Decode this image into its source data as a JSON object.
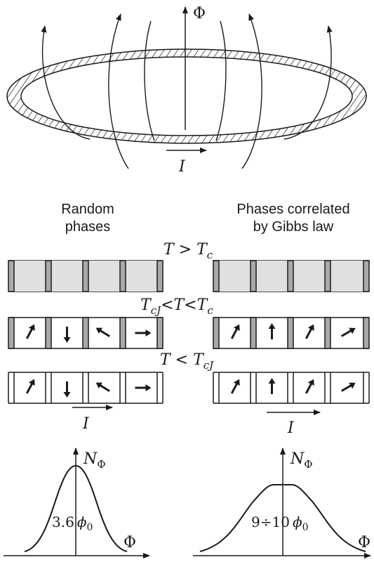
{
  "loop": {
    "flux_label": "Φ",
    "current_label": "I"
  },
  "headers": {
    "left_line1": "Random",
    "left_line2": "phases",
    "right_line1": "Phases correlated",
    "right_line2": "by Gibbs law"
  },
  "conditions": {
    "row1": {
      "main": "T > T",
      "sub": "c"
    },
    "row2": {
      "a": "T",
      "a_sub": "cJ",
      "mid": "<T<T",
      "b_sub": "c"
    },
    "row3": {
      "main": "T < T",
      "sub": "cJ"
    }
  },
  "rows": {
    "current_label": "I"
  },
  "distributions": {
    "y_label": "N",
    "y_label_sub": "Φ",
    "x_label": "Φ",
    "left_width": "3.6",
    "right_width": "9÷10",
    "flux_quantum": "ϕ",
    "flux_quantum_sub": "0"
  }
}
